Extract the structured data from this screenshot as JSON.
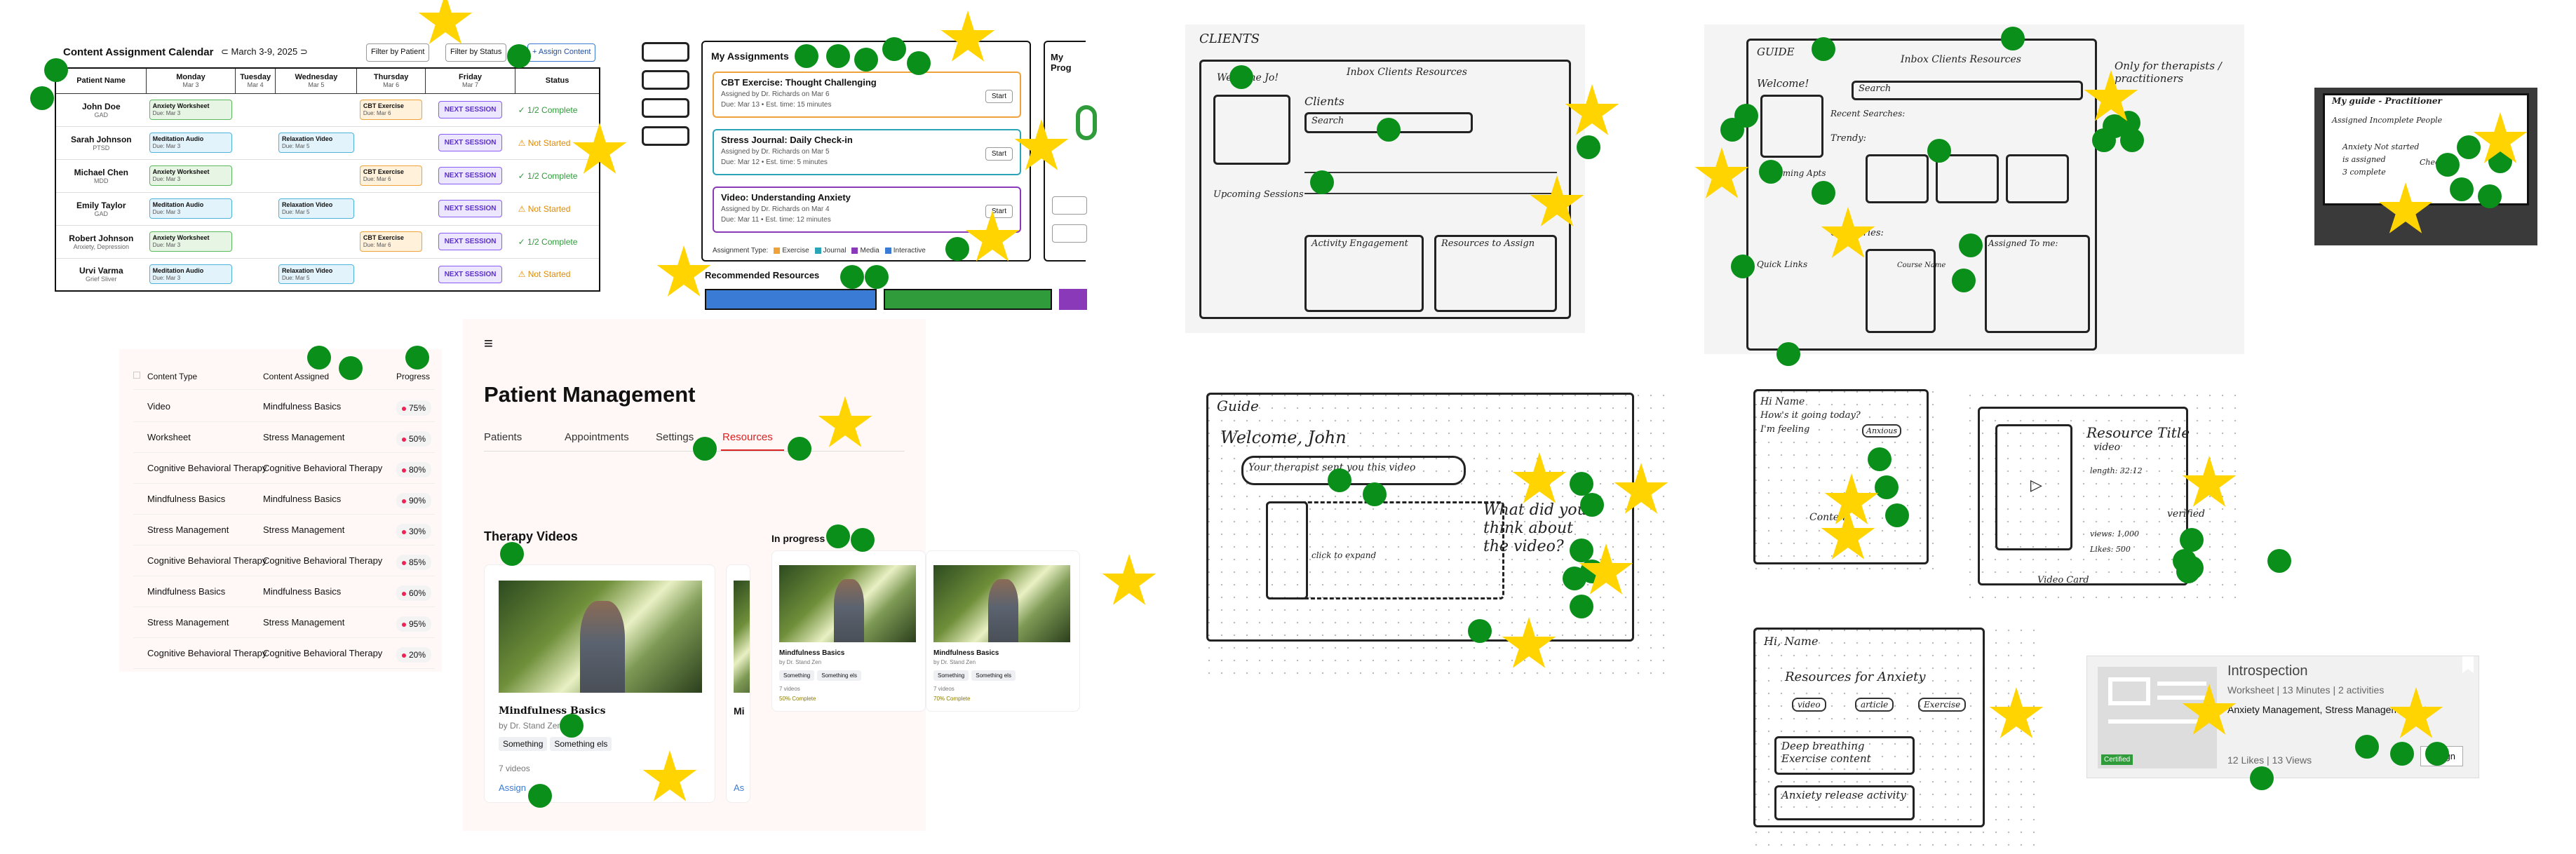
{
  "calendar": {
    "title": "Content Assignment Calendar",
    "date_range": "March 3-9, 2025",
    "filter_patient": "Filter by Patient",
    "filter_status": "Filter by Status",
    "assign_btn": "+ Assign Content",
    "headers": [
      {
        "d": "Patient Name",
        "s": ""
      },
      {
        "d": "Monday",
        "s": "Mar 3"
      },
      {
        "d": "Tuesday",
        "s": "Mar 4"
      },
      {
        "d": "Wednesday",
        "s": "Mar 5"
      },
      {
        "d": "Thursday",
        "s": "Mar 6"
      },
      {
        "d": "Friday",
        "s": "Mar 7"
      },
      {
        "d": "Status",
        "s": ""
      }
    ],
    "rows": [
      {
        "name": "John Doe",
        "cond": "GAD",
        "mon": [
          "Anxiety Worksheet",
          "Due: Mar 3",
          "c-green"
        ],
        "wed": null,
        "thu": [
          "CBT Exercise",
          "Due: Mar 6",
          "c-orange"
        ],
        "status": "✓ 1/2 Complete",
        "st": "st-green"
      },
      {
        "name": "Sarah Johnson",
        "cond": "PTSD",
        "mon": [
          "Meditation Audio",
          "Due: Mar 3",
          "c-blue"
        ],
        "wed": [
          "Relaxation Video",
          "Due: Mar 5",
          "c-blue"
        ],
        "thu": null,
        "status": "⚠ Not Started",
        "st": "st-orange"
      },
      {
        "name": "Michael Chen",
        "cond": "MDD",
        "mon": [
          "Anxiety Worksheet",
          "Due: Mar 3",
          "c-green"
        ],
        "wed": null,
        "thu": [
          "CBT Exercise",
          "Due: Mar 6",
          "c-orange"
        ],
        "status": "✓ 1/2 Complete",
        "st": "st-green"
      },
      {
        "name": "Emily Taylor",
        "cond": "GAD",
        "mon": [
          "Meditation Audio",
          "Due: Mar 3",
          "c-blue"
        ],
        "wed": [
          "Relaxation Video",
          "Due: Mar 5",
          "c-blue"
        ],
        "thu": null,
        "status": "⚠ Not Started",
        "st": "st-orange"
      },
      {
        "name": "Robert Johnson",
        "cond": "Anxiety, Depression",
        "mon": [
          "Anxiety Worksheet",
          "Due: Mar 3",
          "c-green"
        ],
        "wed": null,
        "thu": [
          "CBT Exercise",
          "Due: Mar 6",
          "c-orange"
        ],
        "status": "✓ 1/2 Complete",
        "st": "st-green"
      },
      {
        "name": "Urvi Varma",
        "cond": "Grief Sliver",
        "mon": [
          "Meditation Audio",
          "Due: Mar 3",
          "c-blue"
        ],
        "wed": [
          "Relaxation Video",
          "Due: Mar 5",
          "c-blue"
        ],
        "thu": null,
        "status": "⚠ Not Started",
        "st": "st-orange"
      }
    ],
    "next_session": "NEXT SESSION"
  },
  "assignments": {
    "title": "My Assignments",
    "side_title": "My Prog",
    "items": [
      {
        "title": "CBT Exercise: Thought Challenging",
        "by": "Assigned by Dr. Richards on Mar 6",
        "due": "Due: Mar 13 • Est. time: 15 minutes",
        "color": "#f0a23a"
      },
      {
        "title": "Stress Journal: Daily Check-in",
        "by": "Assigned by Dr. Richards on Mar 5",
        "due": "Due: Mar 12 • Est. time: 5 minutes",
        "color": "#2aa5b8"
      },
      {
        "title": "Video: Understanding Anxiety",
        "by": "Assigned by Dr. Richards on Mar 4",
        "due": "Due: Mar 11 • Est. time: 12 minutes",
        "color": "#8a3ab9"
      }
    ],
    "start": "Start",
    "legend_label": "Assignment Type:",
    "legend": [
      {
        "n": "Exercise",
        "c": "#f0a23a"
      },
      {
        "n": "Journal",
        "c": "#2aa5b8"
      },
      {
        "n": "Media",
        "c": "#8a3ab9"
      },
      {
        "n": "Interactive",
        "c": "#3a7bd5"
      }
    ],
    "recommended": "Recommended Resources"
  },
  "content_table": {
    "headers": [
      "Content Type",
      "Content Assigned",
      "Progress"
    ],
    "rows": [
      [
        "Video",
        "Mindfulness Basics",
        "75%"
      ],
      [
        "Worksheet",
        "Stress Management",
        "50%"
      ],
      [
        "Cognitive Behavioral Therapy",
        "Cognitive Behavioral Therapy",
        "80%"
      ],
      [
        "Mindfulness Basics",
        "Mindfulness Basics",
        "90%"
      ],
      [
        "Stress Management",
        "Stress Management",
        "30%"
      ],
      [
        "Cognitive Behavioral Therapy",
        "Cognitive Behavioral Therapy",
        "85%"
      ],
      [
        "Mindfulness Basics",
        "Mindfulness Basics",
        "60%"
      ],
      [
        "Stress Management",
        "Stress Management",
        "95%"
      ],
      [
        "Cognitive Behavioral Therapy",
        "Cognitive Behavioral Therapy",
        "20%"
      ]
    ]
  },
  "patient_mgmt": {
    "title": "Patient Management",
    "tabs": [
      "Patients",
      "Appointments",
      "Settings",
      "Resources"
    ],
    "section": "Therapy Videos",
    "in_progress": "In progress",
    "card_title": "Mindfulness Basics",
    "card_by": "by Dr. Stand Zen",
    "tags": [
      "Something",
      "Something els"
    ],
    "videos": "7 videos",
    "assign": "Assign",
    "mini_title": "Mindfulness Basics",
    "mini_by": "by Dr. Stand Zen",
    "mini_videos": "7 videos",
    "mini_progress": [
      "50% Complete",
      "70% Complete"
    ]
  },
  "sketches": {
    "clients_board": {
      "label": "CLIENTS",
      "welcome": "Welcome Jo!",
      "clients": "Clients",
      "search": "Search",
      "nav": "Inbox  Clients  Resources",
      "upcoming": "Upcoming Sessions",
      "analytics": "Activity Engagement",
      "resources": "Resources to Assign"
    },
    "guide_board": {
      "guide": "GUIDE",
      "welcome": "Welcome!",
      "nav": "Inbox  Clients  Resources",
      "search": "Search",
      "recent": "Recent Searches:",
      "trendy": "Trendy:",
      "categories": "Categories:",
      "assigned": "Assigned To me:",
      "upcoming": "Upcoming Apts",
      "quick": "Quick Links",
      "note": "Only for therapists / practitioners",
      "course": "Course Name"
    },
    "dark_note": {
      "title": "My guide - Practitioner",
      "line1": "Assigned   Incomplete   People",
      "line2": "Anxiety   Not started",
      "line3": "is assigned",
      "line4": "Check-ins",
      "line5": "3 complete"
    },
    "guide_john": {
      "guide": "Guide",
      "welcome": "Welcome, John",
      "msg": "Your therapist sent you this video",
      "question": "What did you think about the video?",
      "click": "click to expand"
    },
    "feeling": {
      "hi": "Hi Name",
      "how": "How's it going today?",
      "feeling": "I'm feeling",
      "emotion": "Anxious",
      "content": "Content"
    },
    "resource_title": {
      "title": "Resource Title",
      "video": "video",
      "length": "length: 32:12",
      "views": "views: 1,000",
      "likes": "Likes: 500",
      "verified": "verified",
      "card": "Video Card"
    },
    "resources_anxiety": {
      "hi": "Hi, Name",
      "title": "Resources for Anxiety",
      "chips": [
        "video",
        "article",
        "Exercise"
      ],
      "item1": "Deep breathing Exercise content",
      "item2": "Anxiety release activity"
    }
  },
  "introspection": {
    "title": "Introspection",
    "meta": "Worksheet | 13 Minutes | 2 activities",
    "topics": "Anxiety Management, Stress Management, etc",
    "certified": "Certified",
    "stats": "12 Likes | 13 Views",
    "assign": "Assign"
  },
  "colors": {
    "dot": "#0a8f1a",
    "star": "#ffd400",
    "accent": "#d22"
  }
}
